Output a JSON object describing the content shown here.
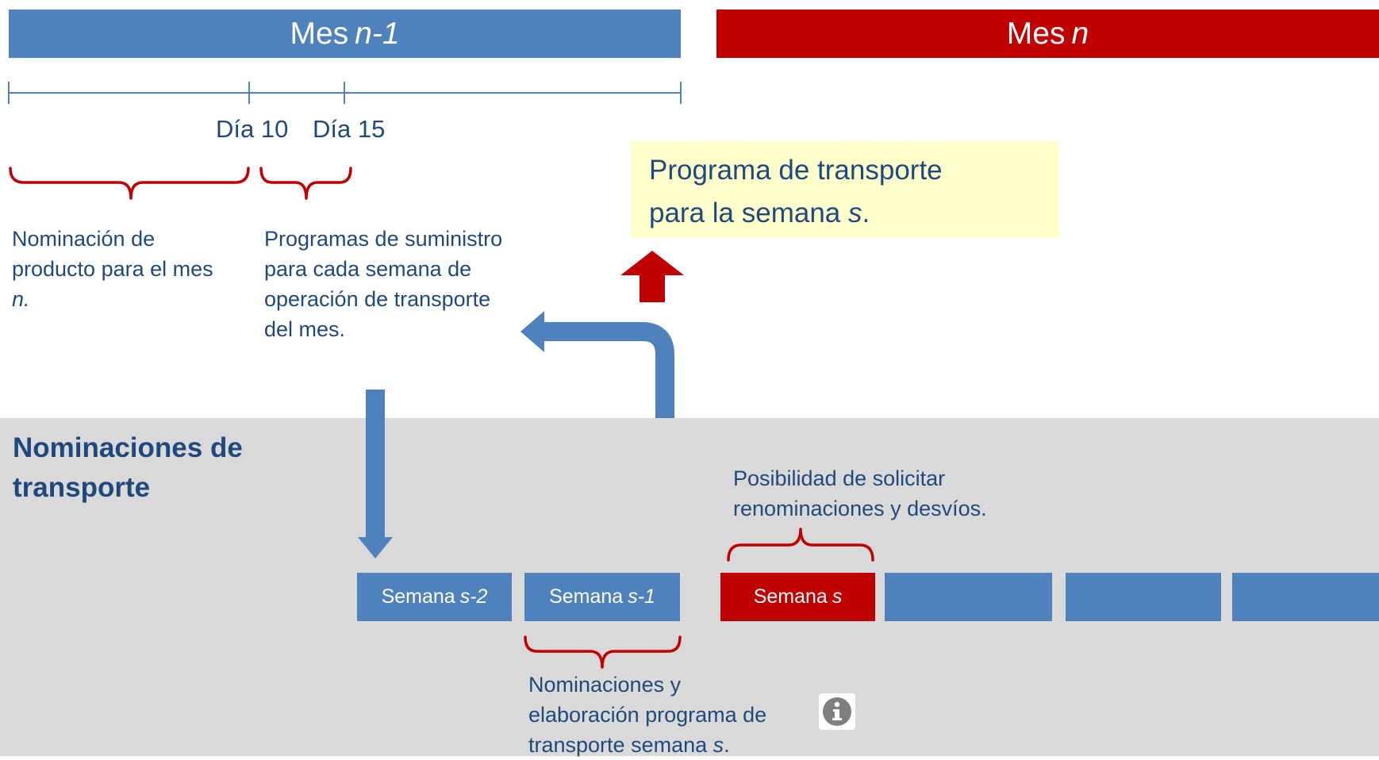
{
  "months": {
    "prev": {
      "label": "Mes",
      "suffix": "n-1"
    },
    "current": {
      "label": "Mes",
      "suffix": "n"
    }
  },
  "timeline": {
    "day10": "Día 10",
    "day15": "Día 15"
  },
  "descriptions": {
    "product_nomination": {
      "line1": "Nominación de",
      "line2": "producto para el mes",
      "line3": "n."
    },
    "supply_programs": {
      "line1": "Programas de suministro",
      "line2": "para cada semana de",
      "line3": "operación de transporte",
      "line4": "del mes."
    }
  },
  "callout": {
    "line1": "Programa de transporte",
    "line2_prefix": "para la semana",
    "line2_var": "s",
    "line2_end": "."
  },
  "section": {
    "title_line1": "Nominaciones de",
    "title_line2": "transporte"
  },
  "renomination": {
    "line1": "Posibilidad de solicitar",
    "line2": "renominaciones y desvíos."
  },
  "weeks": [
    {
      "label": "Semana",
      "var": "s-2"
    },
    {
      "label": "Semana",
      "var": "s-1"
    },
    {
      "label": "Semana",
      "var": "s"
    }
  ],
  "nomination_note": {
    "line1": "Nominaciones y",
    "line2": "elaboración programa de",
    "line3_prefix": "transporte semana",
    "line3_var": "s",
    "line3_end": "."
  },
  "info_icon": "info-circle-icon",
  "colors": {
    "blue": "#4F81BD",
    "dark_blue": "#1F497D",
    "red": "#C00000",
    "gray": "#D9D9D9",
    "callout_bg": "#FFFFCC"
  }
}
